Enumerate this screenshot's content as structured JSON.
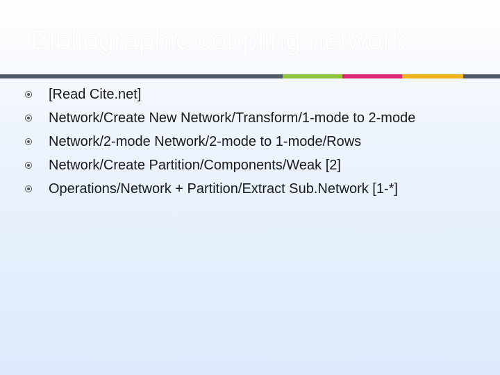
{
  "slide": {
    "title": "Bibliographic coupling network",
    "bullets": [
      "[Read Cite.net]",
      "Network/Create New Network/Transform/1-mode to 2-mode",
      "Network/2-mode Network/2-mode to 1-mode/Rows",
      "Network/Create Partition/Components/Weak [2]",
      "Operations/Network + Partition/Extract Sub.Network [1-*]"
    ]
  },
  "colors": {
    "rule_dark": "#4f5a66",
    "rule_green": "#8cc43c",
    "rule_pink": "#de2474",
    "rule_gold": "#f1b31c",
    "rule_tail": "#4f5a66"
  }
}
